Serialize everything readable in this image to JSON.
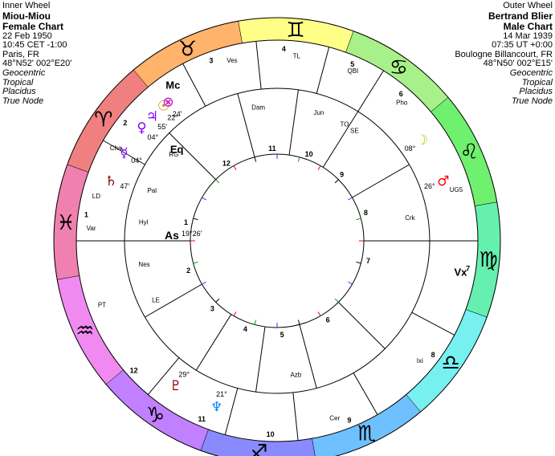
{
  "inner": {
    "wheel_label": "Inner Wheel",
    "name": "Miou-Miou",
    "chart_type": "Female Chart",
    "date": "22 Feb 1950",
    "time": "10:45  CET -1:00",
    "place": "Paris, FR",
    "coords": "48°N52' 002°E20'",
    "settings": [
      "Geocentric",
      "Tropical",
      "Placidus",
      "True Node"
    ]
  },
  "outer": {
    "wheel_label": "Outer Wheel",
    "name": "Bertrand Blier",
    "chart_type": "Male Chart",
    "date": "14 Mar 1939",
    "time": "07:35  UT +0:00",
    "place": "Boulogne Billancourt, FR",
    "coords": "48°N50' 002°E15'",
    "settings": [
      "Geocentric",
      "Tropical",
      "Placidus",
      "True Node"
    ]
  },
  "zodiac": [
    {
      "sign": "aries-glyph",
      "glyph": "♈",
      "color": "#f08080"
    },
    {
      "sign": "taurus-glyph",
      "glyph": "♉",
      "color": "#ffb36b"
    },
    {
      "sign": "gemini-glyph",
      "glyph": "♊",
      "color": "#ffff88"
    },
    {
      "sign": "cancer-glyph",
      "glyph": "♋",
      "color": "#a8f08a"
    },
    {
      "sign": "leo-glyph",
      "glyph": "♌",
      "color": "#6ff06f"
    },
    {
      "sign": "virgo-glyph",
      "glyph": "♍",
      "color": "#66f0b0"
    },
    {
      "sign": "libra-glyph",
      "glyph": "♎",
      "color": "#77f0f0"
    },
    {
      "sign": "scorpio-glyph",
      "glyph": "♏",
      "color": "#6fc0ff"
    },
    {
      "sign": "sagittarius-glyph",
      "glyph": "♐",
      "color": "#8a8aff"
    },
    {
      "sign": "capricorn-glyph",
      "glyph": "♑",
      "color": "#c080ff"
    },
    {
      "sign": "aquarius-glyph",
      "glyph": "♒",
      "color": "#f08af0"
    },
    {
      "sign": "pisces-glyph",
      "glyph": "♓",
      "color": "#f080b0"
    }
  ],
  "house_numbers": [
    "1",
    "2",
    "3",
    "4",
    "5",
    "6",
    "7",
    "8",
    "9",
    "10",
    "11",
    "12"
  ],
  "outer_house_numbers": [
    "1",
    "2",
    "3",
    "4",
    "5",
    "6",
    "7",
    "8",
    "9",
    "10",
    "11",
    "12"
  ],
  "inner_houses": [
    {
      "label": "As",
      "deg": "19°",
      "min": "26'"
    }
  ],
  "outer_labels": [
    {
      "glyph": "☿",
      "deg": "04°",
      "color": "#8000ff"
    },
    {
      "glyph": "♀",
      "deg": "04°",
      "color": "#8000ff"
    },
    {
      "glyph": "♆",
      "deg": "21°",
      "color": "#0080ff"
    },
    {
      "glyph": "♇",
      "deg": "29°",
      "color": "#800000"
    },
    {
      "glyph": "♂",
      "deg": "26°",
      "color": "#ff0000"
    },
    {
      "glyph": "♃",
      "deg": "55'",
      "color": "#8000ff"
    },
    {
      "glyph": "♄",
      "deg": "47'",
      "color": "#800000"
    },
    {
      "glyph": "☉",
      "deg": "22°",
      "color": "#c08000"
    },
    {
      "glyph": "☽",
      "deg": "08°",
      "color": "#c0c000"
    },
    {
      "glyph": "⊗",
      "deg": "24'",
      "color": "#c000c0"
    }
  ],
  "text_tokens": [
    "Ves",
    "Dam",
    "TL",
    "Jun",
    "QBI",
    "TO",
    "Pho",
    "RG",
    "Cha",
    "Pal",
    "LD",
    "Hyl",
    "Var",
    "Nes",
    "PT",
    "LE",
    "Cer",
    "Azb",
    "Ixi",
    "Crk",
    "UG5",
    "SE",
    "Mc",
    "Eq",
    "Vx"
  ]
}
